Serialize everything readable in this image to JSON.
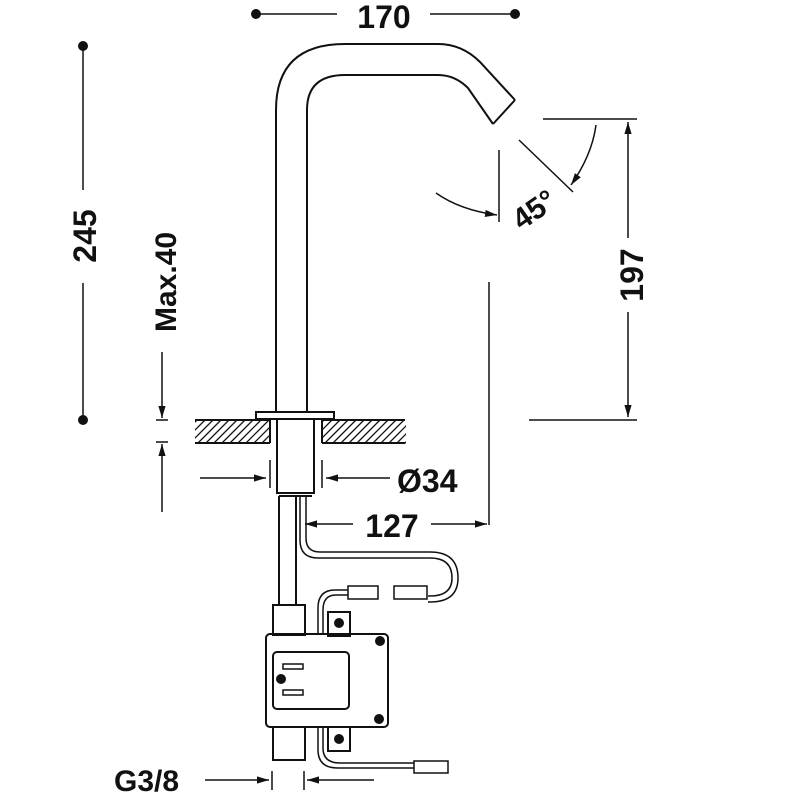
{
  "drawing": {
    "title": "Faucet technical drawing",
    "ink_color": "#111111",
    "background_color": "#ffffff",
    "dimensions": {
      "spout_reach": "170",
      "total_height": "245",
      "deck_thickness": "Max.40",
      "spout_angle": "45°",
      "spout_height": "197",
      "hole_diameter": "Ø34",
      "body_to_outlet": "127",
      "connection_thread": "G3/8"
    }
  }
}
